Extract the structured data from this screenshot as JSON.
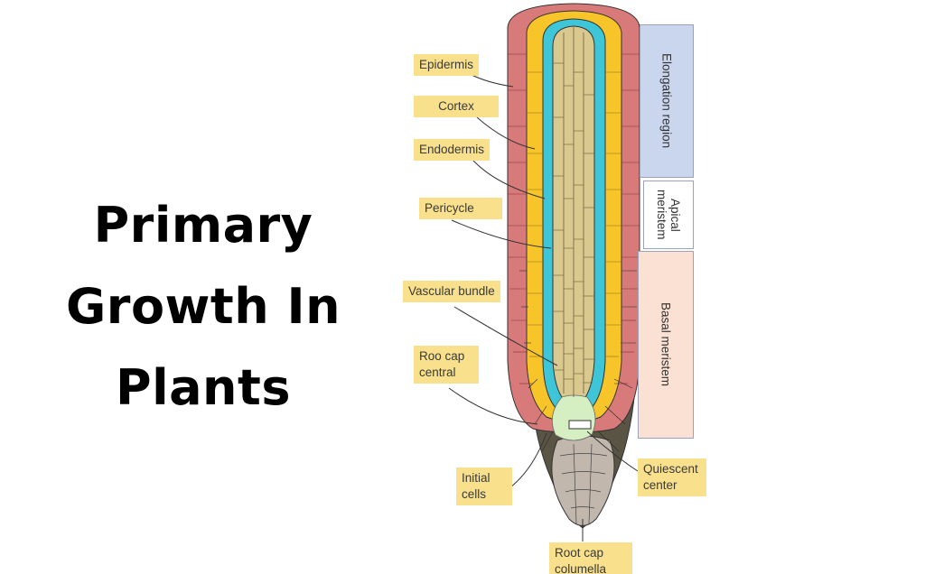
{
  "title": {
    "line1": "Primary",
    "line2": "Growth In",
    "line3": "Plants"
  },
  "labels": {
    "epidermis": "Epidermis",
    "cortex": "Cortex",
    "endodermis": "Endodermis",
    "pericycle": "Pericycle",
    "vascular_bundle": "Vascular bundle",
    "root_cap_central_1": "Roo cap",
    "root_cap_central_2": "central",
    "initial_cells_1": "Initial",
    "initial_cells_2": "cells",
    "quiescent_center_1": "Quiescent",
    "quiescent_center_2": "center",
    "root_cap_columella_1": "Root cap",
    "root_cap_columella_2": "columella"
  },
  "regions": {
    "elongation": "Elongation region",
    "apical_1": "Apical",
    "apical_2": "meristem",
    "basal": "Basal meristem"
  },
  "colors": {
    "epidermis": "#d97a7a",
    "cortex": "#f7c52a",
    "endodermis": "#3ec6d8",
    "vascular": "#d9c98e",
    "root_cap": "#5a5445",
    "columella": "#bfb3aa",
    "elongation_bg": "#c9d6ee",
    "apical_bg": "#ffffff",
    "basal_bg": "#fbe1d3",
    "label_bg": "#f8e08c"
  }
}
